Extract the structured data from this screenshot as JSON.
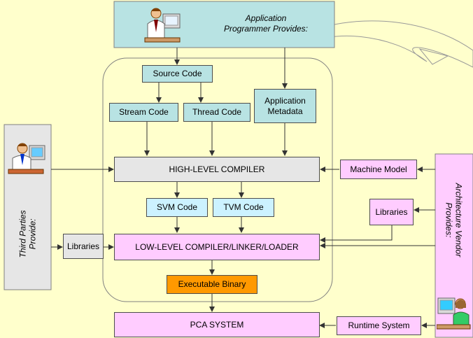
{
  "app_programmer": {
    "line1": "Application",
    "line2": "Programmer Provides:"
  },
  "third_parties": {
    "line1": "Third Parties",
    "line2": "Provide:"
  },
  "architecture_vendor": {
    "line1": "Architecture Vendor",
    "line2": "Provides:"
  },
  "boxes": {
    "source_code": "Source Code",
    "stream_code": "Stream Code",
    "thread_code": "Thread Code",
    "app_metadata_line1": "Application",
    "app_metadata_line2": "Metadata",
    "high_level_compiler": "HIGH-LEVEL COMPILER",
    "machine_model": "Machine Model",
    "svm_code": "SVM Code",
    "tvm_code": "TVM Code",
    "libraries_vendor": "Libraries",
    "libraries_third_party": "Libraries",
    "low_level_compiler": "LOW-LEVEL COMPILER/LINKER/LOADER",
    "executable_binary": "Executable Binary",
    "pca_system": "PCA SYSTEM",
    "runtime_system": "Runtime System"
  },
  "colors": {
    "background": "#ffffcc",
    "teal_box": "#b8e3e3",
    "pink_box": "#ffccff",
    "gray_box": "#e6e6e6",
    "light_blue_box": "#ccf2ff",
    "orange_box": "#ff9900",
    "arrow": "#333333"
  },
  "icons": [
    "programmer-person-icon",
    "third-party-person-icon",
    "vendor-person-icon"
  ]
}
